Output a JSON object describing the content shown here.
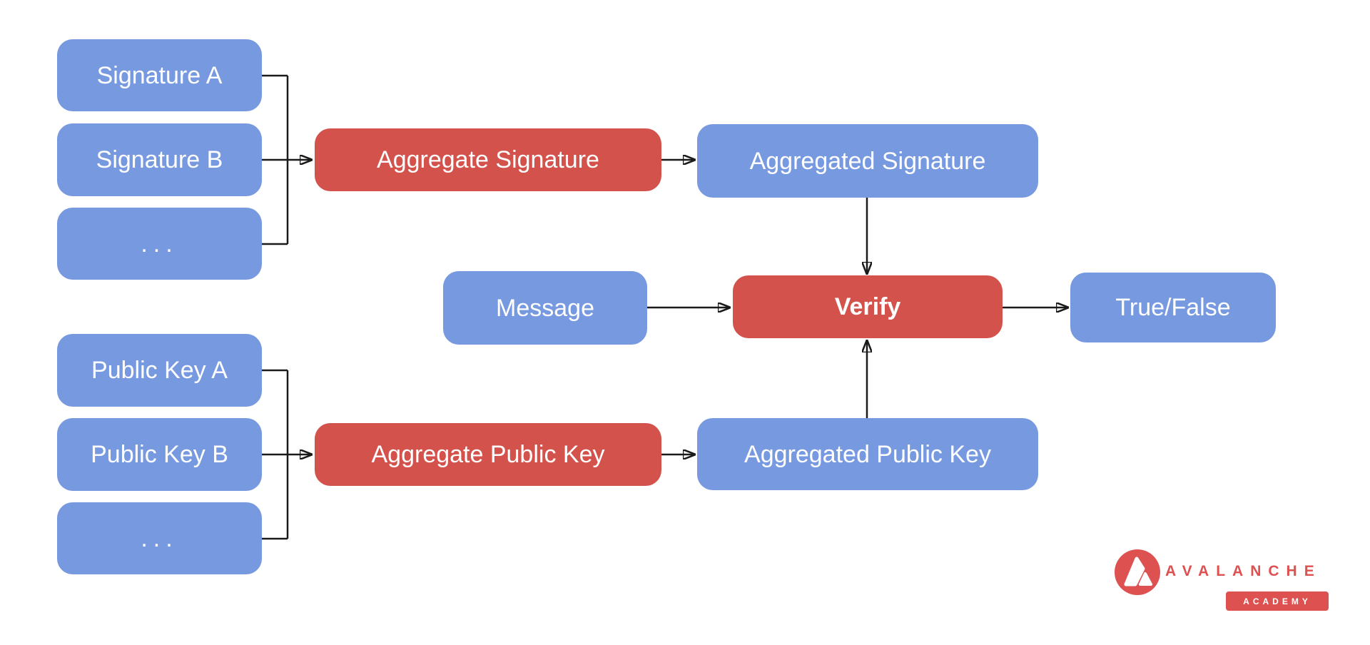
{
  "diagram": {
    "nodes": {
      "signature_a": {
        "label": "Signature A"
      },
      "signature_b": {
        "label": "Signature B"
      },
      "signature_more": {
        "label": "..."
      },
      "aggregate_signature": {
        "label": "Aggregate Signature"
      },
      "aggregated_signature": {
        "label": "Aggregated Signature"
      },
      "message": {
        "label": "Message"
      },
      "verify": {
        "label": "Verify"
      },
      "true_false": {
        "label": "True/False"
      },
      "public_key_a": {
        "label": "Public Key A"
      },
      "public_key_b": {
        "label": "Public Key B"
      },
      "public_key_more": {
        "label": "..."
      },
      "aggregate_public_key": {
        "label": "Aggregate Public Key"
      },
      "aggregated_public_key": {
        "label": "Aggregated Public Key"
      }
    },
    "edges": [
      {
        "from": "signature_a",
        "to": "aggregate_signature"
      },
      {
        "from": "signature_b",
        "to": "aggregate_signature"
      },
      {
        "from": "signature_more",
        "to": "aggregate_signature"
      },
      {
        "from": "aggregate_signature",
        "to": "aggregated_signature"
      },
      {
        "from": "aggregated_signature",
        "to": "verify"
      },
      {
        "from": "message",
        "to": "verify"
      },
      {
        "from": "public_key_a",
        "to": "aggregate_public_key"
      },
      {
        "from": "public_key_b",
        "to": "aggregate_public_key"
      },
      {
        "from": "public_key_more",
        "to": "aggregate_public_key"
      },
      {
        "from": "aggregate_public_key",
        "to": "aggregated_public_key"
      },
      {
        "from": "aggregated_public_key",
        "to": "verify"
      },
      {
        "from": "verify",
        "to": "true_false"
      }
    ],
    "colors": {
      "input_box_blue": "#7799E0",
      "process_box_red": "#D4524C",
      "box_text": "#FFFFFF",
      "connector_black": "#1A1A1A",
      "brand_red": "#DD5150",
      "background": "#FFFFFF"
    },
    "logo": {
      "brand": "AVALANCHE",
      "badge": "ACADEMY"
    }
  }
}
